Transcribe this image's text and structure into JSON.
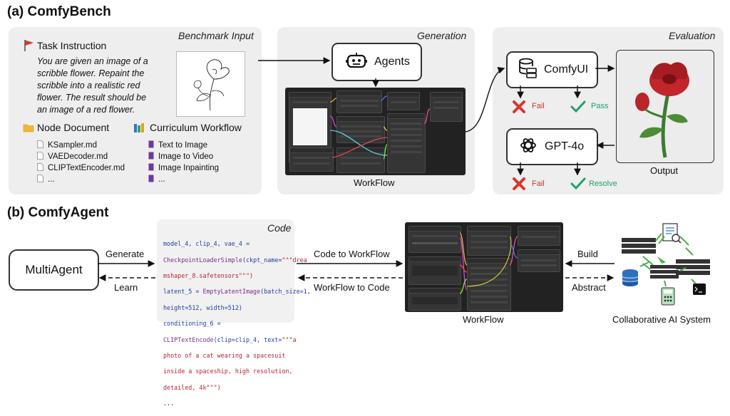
{
  "section_a": {
    "title": "(a) ComfyBench"
  },
  "section_b": {
    "title": "(b) ComfyAgent"
  },
  "benchmark_input": {
    "label": "Benchmark Input",
    "task_title": "Task Instruction",
    "task_text": [
      "You are given an image of a",
      "scribble flower. Repaint the",
      "scribble into a realistic red",
      "flower. The result should be",
      "an image of a red flower."
    ],
    "node_doc_title": "Node Document",
    "node_docs": [
      "KSampler.md",
      "VAEDecoder.md",
      "CLIPTextEncoder.md",
      "..."
    ],
    "curriculum_title": "Curriculum Workflow",
    "curriculum": [
      "Text to Image",
      "Image to Video",
      "Image Inpainting",
      "..."
    ]
  },
  "generation": {
    "label": "Generation",
    "agents_label": "Agents",
    "workflow_caption": "WorkFlow"
  },
  "evaluation": {
    "label": "Evaluation",
    "comfyui_label": "ComfyUI",
    "gpt_label": "GPT-4o",
    "fail_label": "Fail",
    "pass_label": "Pass",
    "fail2_label": "Fail",
    "resolve_label": "Resolve",
    "output_caption": "Output"
  },
  "comfyagent": {
    "multiagent_label": "MultiAgent",
    "generate_label": "Generate",
    "learn_label": "Learn",
    "code_label": "Code",
    "code_to_workflow": "Code to WorkFlow",
    "workflow_to_code": "WorkFlow to Code",
    "workflow_caption": "WorkFlow",
    "build_label": "Build",
    "abstract_label": "Abstract",
    "system_caption": "Collaborative AI System"
  },
  "code": {
    "l1": "model_4, clip_4, vae_4 =",
    "l2a": "CheckpointLoaderSimple",
    "l2b": "(ckpt_name=",
    "l2c": "\"\"\"drea",
    "l3": "mshaper_8.safetensors\"\"\")",
    "l4a": "latent_5 = ",
    "l4b": "EmptyLatentImage",
    "l4c": "(batch_size=1,",
    "l5": "height=512, width=512)",
    "l6": "conditioning_6 =",
    "l7a": "CLIPTextEncode",
    "l7b": "(clip=clip_4, text=",
    "l7c": "\"\"\"a",
    "l8": "photo of a cat wearing a spacesuit",
    "l9": "inside a spaceship, high resolution,",
    "l10": "detailed, 4k\"\"\")",
    "l11": "..."
  },
  "colors": {
    "red": "#d9362f",
    "green": "#22a06b",
    "panel": "#eeeeee",
    "code_bg": "#f1f1f1"
  }
}
